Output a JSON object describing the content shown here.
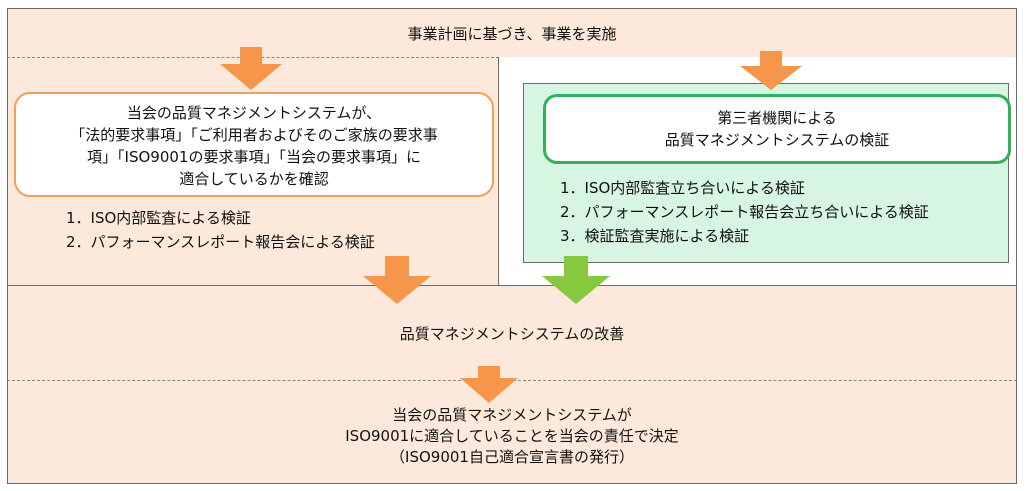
{
  "top_step": "事業計画に基づき、事業を実施",
  "internal": {
    "box_lines": [
      "当会の品質マネジメントシステムが、",
      "「法的要求事項」「ご利用者およびそのご家族の要求事",
      "項」「ISO9001の要求事項」「当会の要求事項」に",
      "適合しているかを確認"
    ],
    "items": [
      "1．ISO内部監査による検証",
      "2．パフォーマンスレポート報告会による検証"
    ]
  },
  "third_party": {
    "box_lines": [
      "第三者機関による",
      "品質マネジメントシステムの検証"
    ],
    "items": [
      "1．ISO内部監査立ち合いによる検証",
      "2．パフォーマンスレポート報告会立ち合いによる検証",
      "3．検証監査実施による検証"
    ]
  },
  "improve_step": "品質マネジメントシステムの改善",
  "decision_lines": [
    "当会の品質マネジメントシステムが",
    "ISO9001に適合していることを当会の責任で決定",
    "（ISO9001自己適合宣言書の発行）"
  ],
  "colors": {
    "orange_arrow": "#f5964a",
    "green_arrow": "#86c83e",
    "panel_fill": "#fde9dc",
    "green_fill": "#d6f5e2"
  }
}
